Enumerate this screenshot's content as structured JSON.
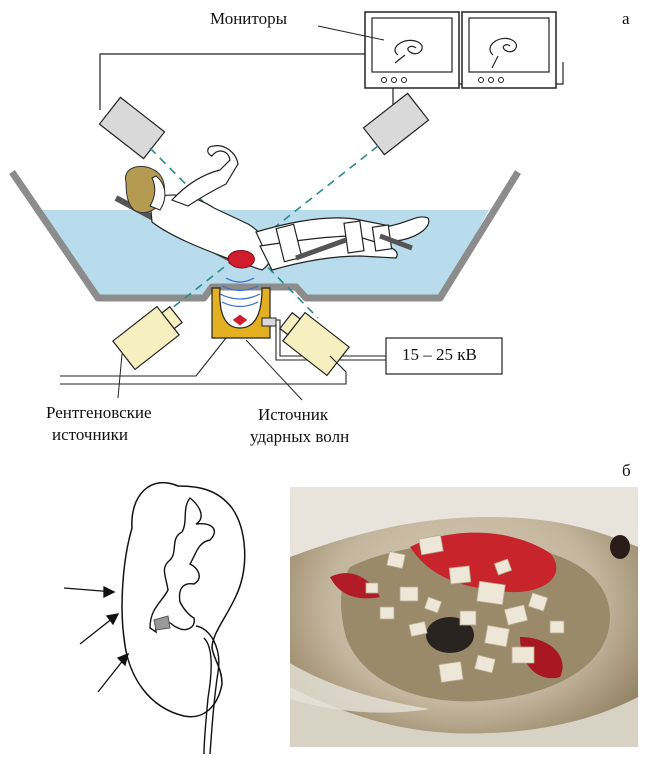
{
  "panel_a": {
    "letter": "а",
    "monitors_label": "Мониторы",
    "voltage_label": "15 – 25 кВ",
    "xray_label_line1": "Рентгеновские",
    "xray_label_line2": "источники",
    "shock_label_line1": "Источник",
    "shock_label_line2": "ударных волн"
  },
  "panel_b": {
    "letter": "б"
  },
  "colors": {
    "water": "#b8dcec",
    "tub_outline": "#8c8c8c",
    "beam": "#2a8a8a",
    "xray_source": "#f6f0c0",
    "shock_source": "#e2b020",
    "kidney_red": "#d01c2c",
    "hair": "#b59a52",
    "device_gray": "#d9d9d9"
  },
  "icons": {
    "monitor": "monitor-icon",
    "xray": "xray-source-icon",
    "shock": "shockwave-source-icon",
    "arrow": "arrow-icon"
  }
}
